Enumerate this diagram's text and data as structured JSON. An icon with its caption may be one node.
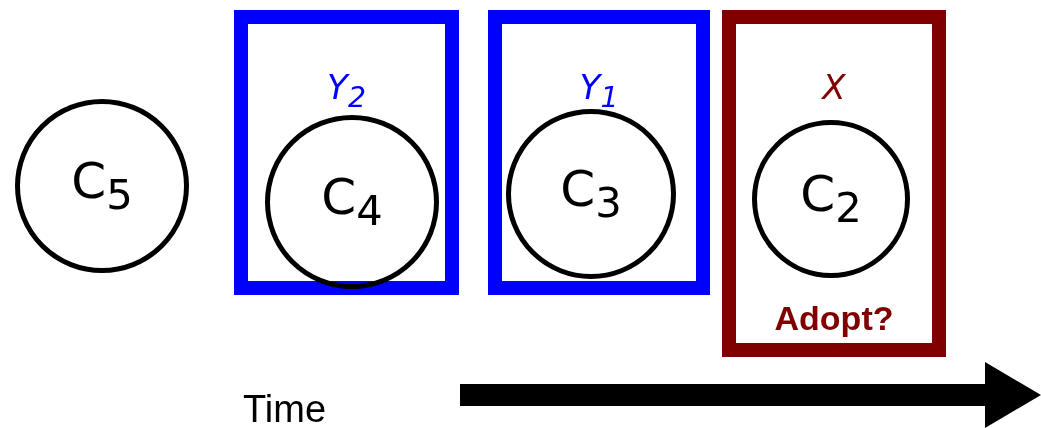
{
  "diagram": {
    "nodes": [
      {
        "text": [
          "C$_{5}$"
        ]
      },
      {
        "text": [
          "Y$_{2}$"
        ]
      },
      {
        "text": [
          "C$_{4}$"
        ],
        "in": 1
      },
      {
        "text": [
          "Y$_{1}$"
        ]
      },
      {
        "text": [
          "C$_{3}$"
        ],
        "in": 3
      },
      {
        "text": [
          "X",
          "Adopt?"
        ]
      },
      {
        "text": [
          "C$_{2}$"
        ],
        "in": 5
      }
    ],
    "edges": [],
    "labels": [
      "Time"
    ]
  }
}
